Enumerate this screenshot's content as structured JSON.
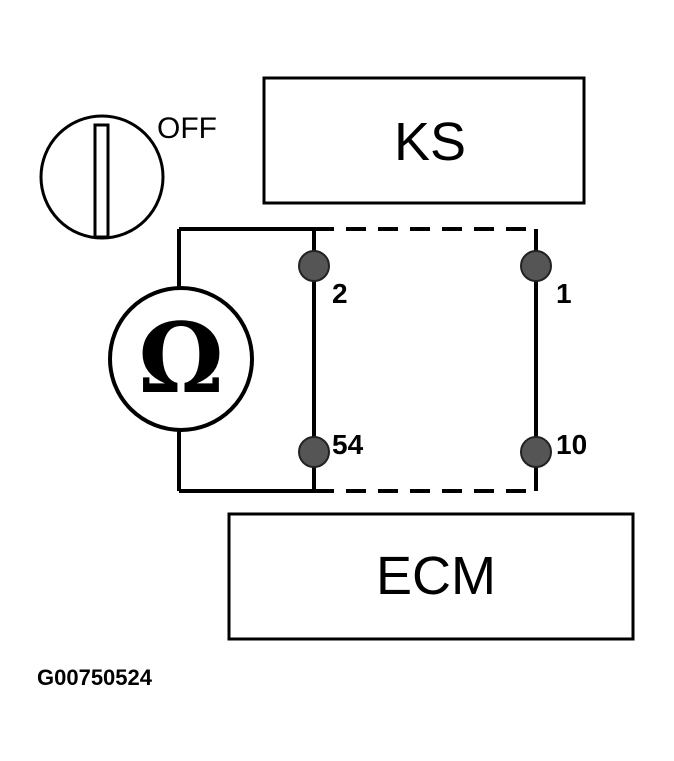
{
  "ignition_switch": {
    "state_label": "OFF",
    "icon": "ignition-key-icon"
  },
  "knock_sensor": {
    "label": "KS",
    "pins": [
      "1",
      "2"
    ]
  },
  "ecm": {
    "label": "ECM",
    "pins": [
      "54",
      "10"
    ]
  },
  "ohmmeter": {
    "symbol": "Ω",
    "icon": "ohmmeter-icon"
  },
  "figure_id": "G00750524",
  "colors": {
    "line": "#000000",
    "pin": "#555555",
    "background": "#ffffff"
  }
}
